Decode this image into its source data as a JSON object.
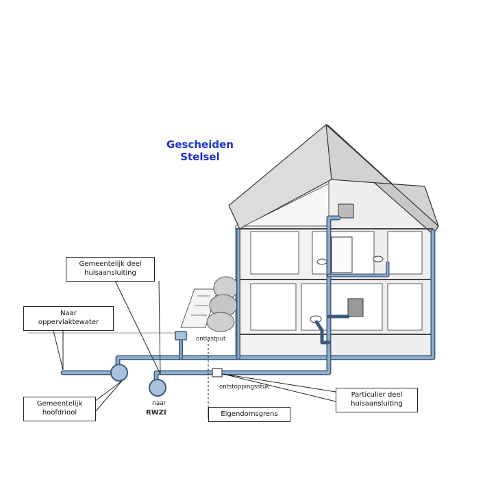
{
  "title": {
    "line1": "Gescheiden",
    "line2": "Stelsel"
  },
  "labels": {
    "gemeentelijk_deel_1": "Gemeentelijk deel",
    "gemeentelijk_deel_2": "huisaansluiting",
    "oppervlaktewater_1": "Naar",
    "oppervlaktewater_2": "oppervlaktewater",
    "hoofdriool_1": "Gemeentelijk",
    "hoofdriool_2": "hoofdriool",
    "eigendomsgrens": "Eigendomsgrens",
    "particulier_1": "Particulier deel",
    "particulier_2": "huisaansluiting",
    "ontlastput": "ontlastput",
    "ontstoppingsstuk": "ontstoppingsstuk",
    "naar": "naar",
    "rwzi": "RWZI"
  },
  "colors": {
    "pipe": "#6f8fb2",
    "pipe_dark": "#3d5a7a",
    "title": "#1a2fd0",
    "roof": "#c8c8c8",
    "wall": "#ececec",
    "line": "#444444"
  }
}
